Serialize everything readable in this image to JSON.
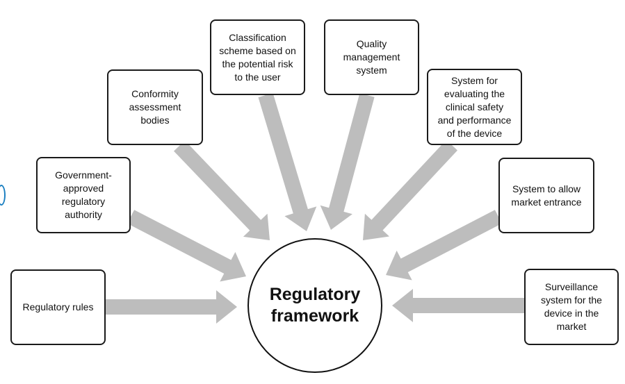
{
  "diagram": {
    "center": "Regulatory\nframework",
    "arrow_color": "#bdbdbd",
    "border_color": "#1a1a1a",
    "nodes": [
      {
        "id": "rules",
        "label": "Regulatory rules"
      },
      {
        "id": "authority",
        "label": "Government-\napproved\nregulatory\nauthority"
      },
      {
        "id": "conformity",
        "label": "Conformity\nassessment\nbodies"
      },
      {
        "id": "classification",
        "label": "Classification\nscheme based on\nthe potential risk\nto the user"
      },
      {
        "id": "quality",
        "label": "Quality\nmanagement\nsystem"
      },
      {
        "id": "clinical",
        "label": "System for\nevaluating the\nclinical safety\nand performance\nof the device"
      },
      {
        "id": "market",
        "label": "System to allow\nmarket entrance"
      },
      {
        "id": "surveillance",
        "label": "Surveillance\nsystem for the\ndevice in the\nmarket"
      }
    ]
  }
}
